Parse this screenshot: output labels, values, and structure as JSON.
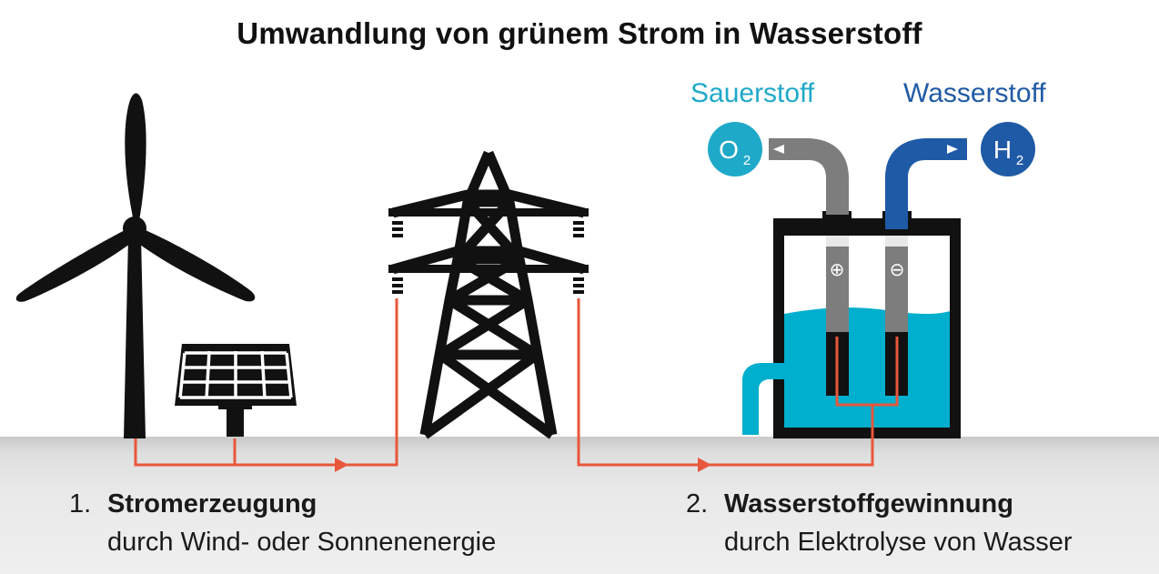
{
  "title": "Umwandlung von grünem Strom in Wasserstoff",
  "gases": {
    "oxygen": {
      "label": "Sauerstoff",
      "symbol": "O",
      "subscript": "2",
      "color": "#1fa9c9"
    },
    "hydrogen": {
      "label": "Wasserstoff",
      "symbol": "H",
      "subscript": "2",
      "color": "#1f5aa6"
    }
  },
  "electrodes": {
    "anode": "⊕",
    "cathode": "⊖"
  },
  "steps": [
    {
      "number": "1.",
      "heading": "Stromerzeugung",
      "description": "durch Wind- oder Sonnenenergie"
    },
    {
      "number": "2.",
      "heading": "Wasserstoffgewinnung",
      "description": "durch Elektrolyse von Wasser"
    }
  ],
  "colors": {
    "wire": "#e8573c",
    "water": "#00aecd",
    "pipe_gray": "#7d7d7d",
    "pipe_blue": "#1f5aa6",
    "silhouette": "#111111"
  }
}
